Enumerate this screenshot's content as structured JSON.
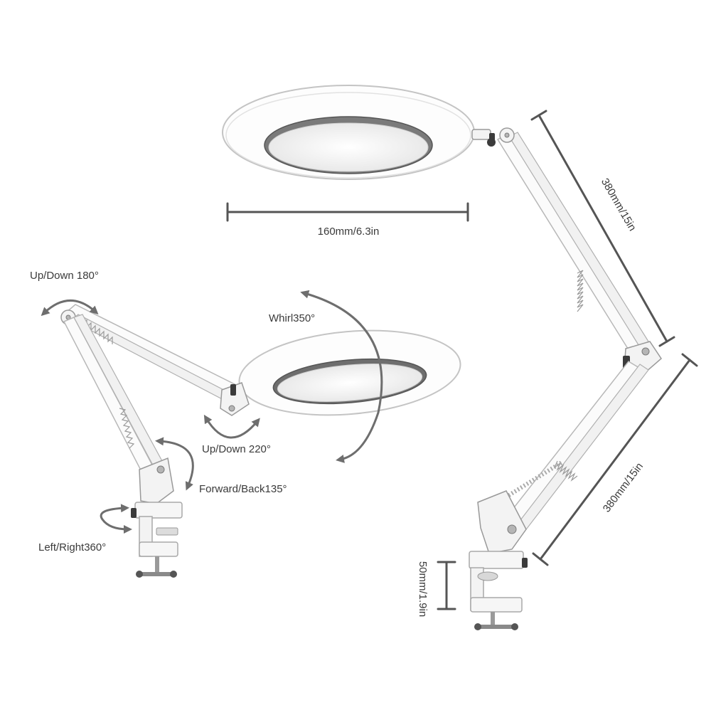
{
  "dimensions": {
    "ring_diameter": "160mm/6.3in",
    "upper_arm": "380mm/15in",
    "lower_arm": "380mm/15in",
    "clamp_opening": "50mm/1.9in"
  },
  "adjustments": {
    "head_tilt": "Up/Down 180°",
    "whirl": "Whirl350°",
    "head_updown": "Up/Down 220°",
    "forward_back": "Forward/Back135°",
    "left_right": "Left/Right360°"
  },
  "colors": {
    "lamp_body": "#fbfbfb",
    "outline": "#b8b8b8",
    "dimension_line": "#555555",
    "arrow": "#6e6e6e",
    "label_text": "#3a3a3a"
  }
}
